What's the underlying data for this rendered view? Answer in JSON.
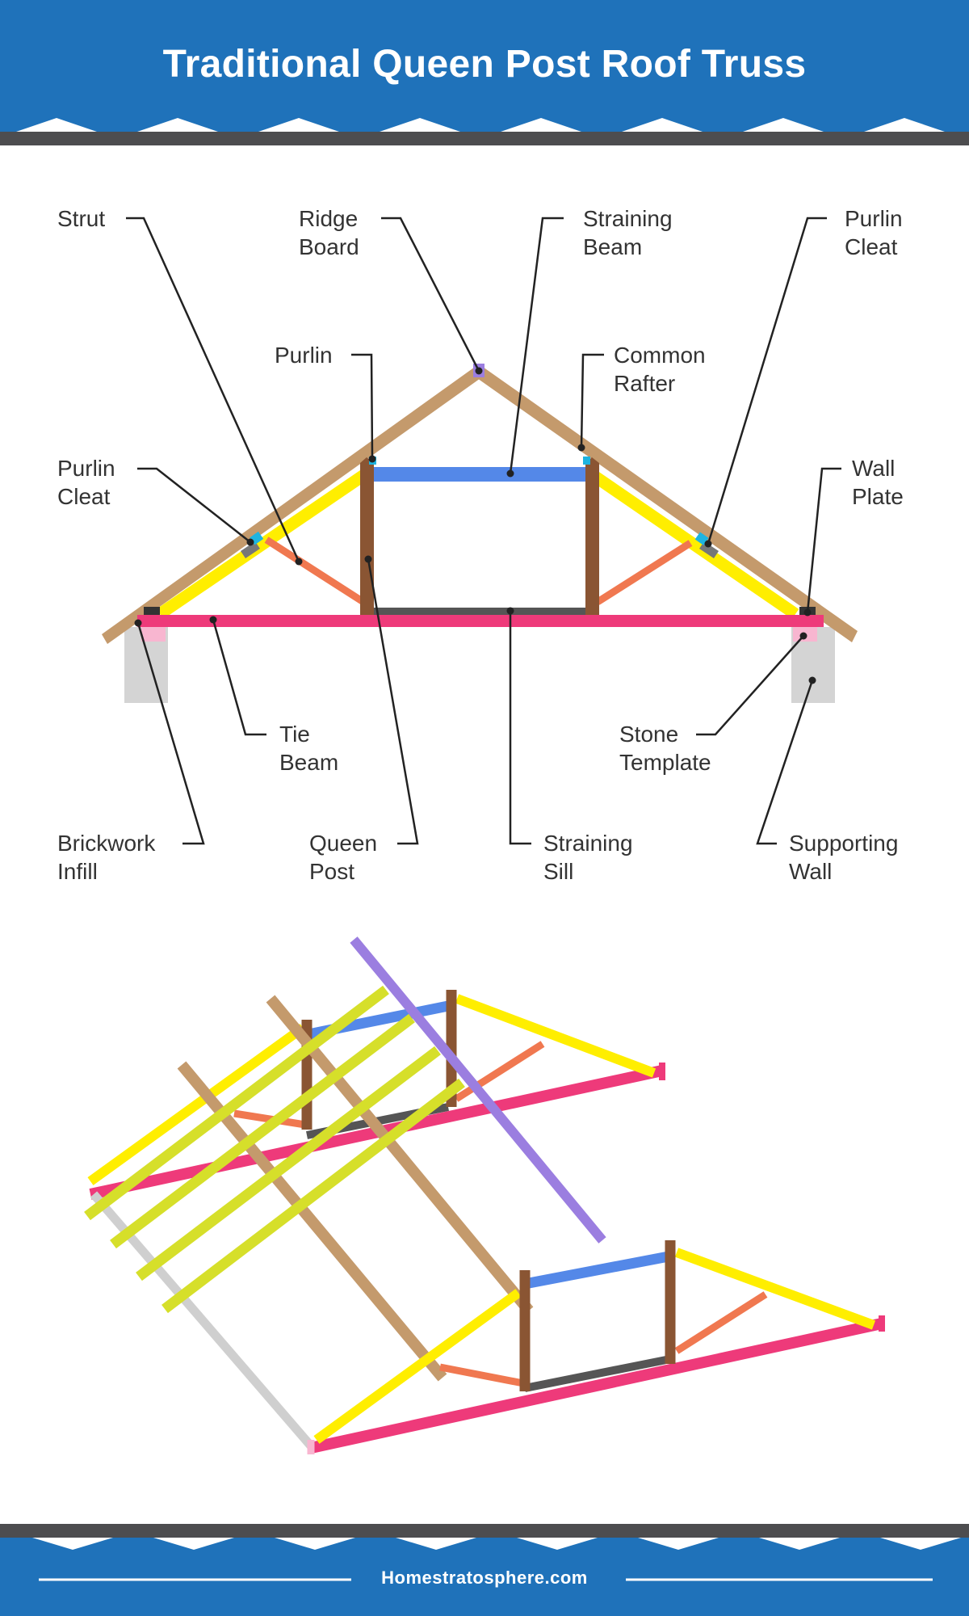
{
  "title": "Traditional Queen Post Roof Truss",
  "footer": "Homestratosphere.com",
  "labels": {
    "strut": "Strut",
    "ridge_board": "Ridge\nBoard",
    "straining_beam": "Straining\nBeam",
    "purlin_cleat_right": "Purlin\nCleat",
    "purlin": "Purlin",
    "common_rafter": "Common\nRafter",
    "purlin_cleat_left": "Purlin\nCleat",
    "wall_plate": "Wall\nPlate",
    "tie_beam": "Tie\nBeam",
    "stone_template": "Stone\nTemplate",
    "brickwork_infill": "Brickwork\nInfill",
    "queen_post": "Queen\nPost",
    "straining_sill": "Straining\nSill",
    "supporting_wall": "Supporting\nWall"
  },
  "colors": {
    "header_blue": "#1f72ba",
    "band_gray": "#4d4d4f",
    "rafter_tan": "#c49a6c",
    "tie_beam_pink": "#ee3a7a",
    "principal_rafter_yellow": "#ffee00",
    "purlin_yellow_green": "#d6df2a",
    "strut_orange": "#f07850",
    "queen_post_brown": "#8a5533",
    "straining_beam_blue": "#5488e8",
    "ridge_purple": "#9b7ee0",
    "sill_dark": "#555555",
    "wall_gray": "#d4d4d4",
    "template_pink": "#f8b6d0",
    "cleat_cyan": "#1eb4e0"
  }
}
